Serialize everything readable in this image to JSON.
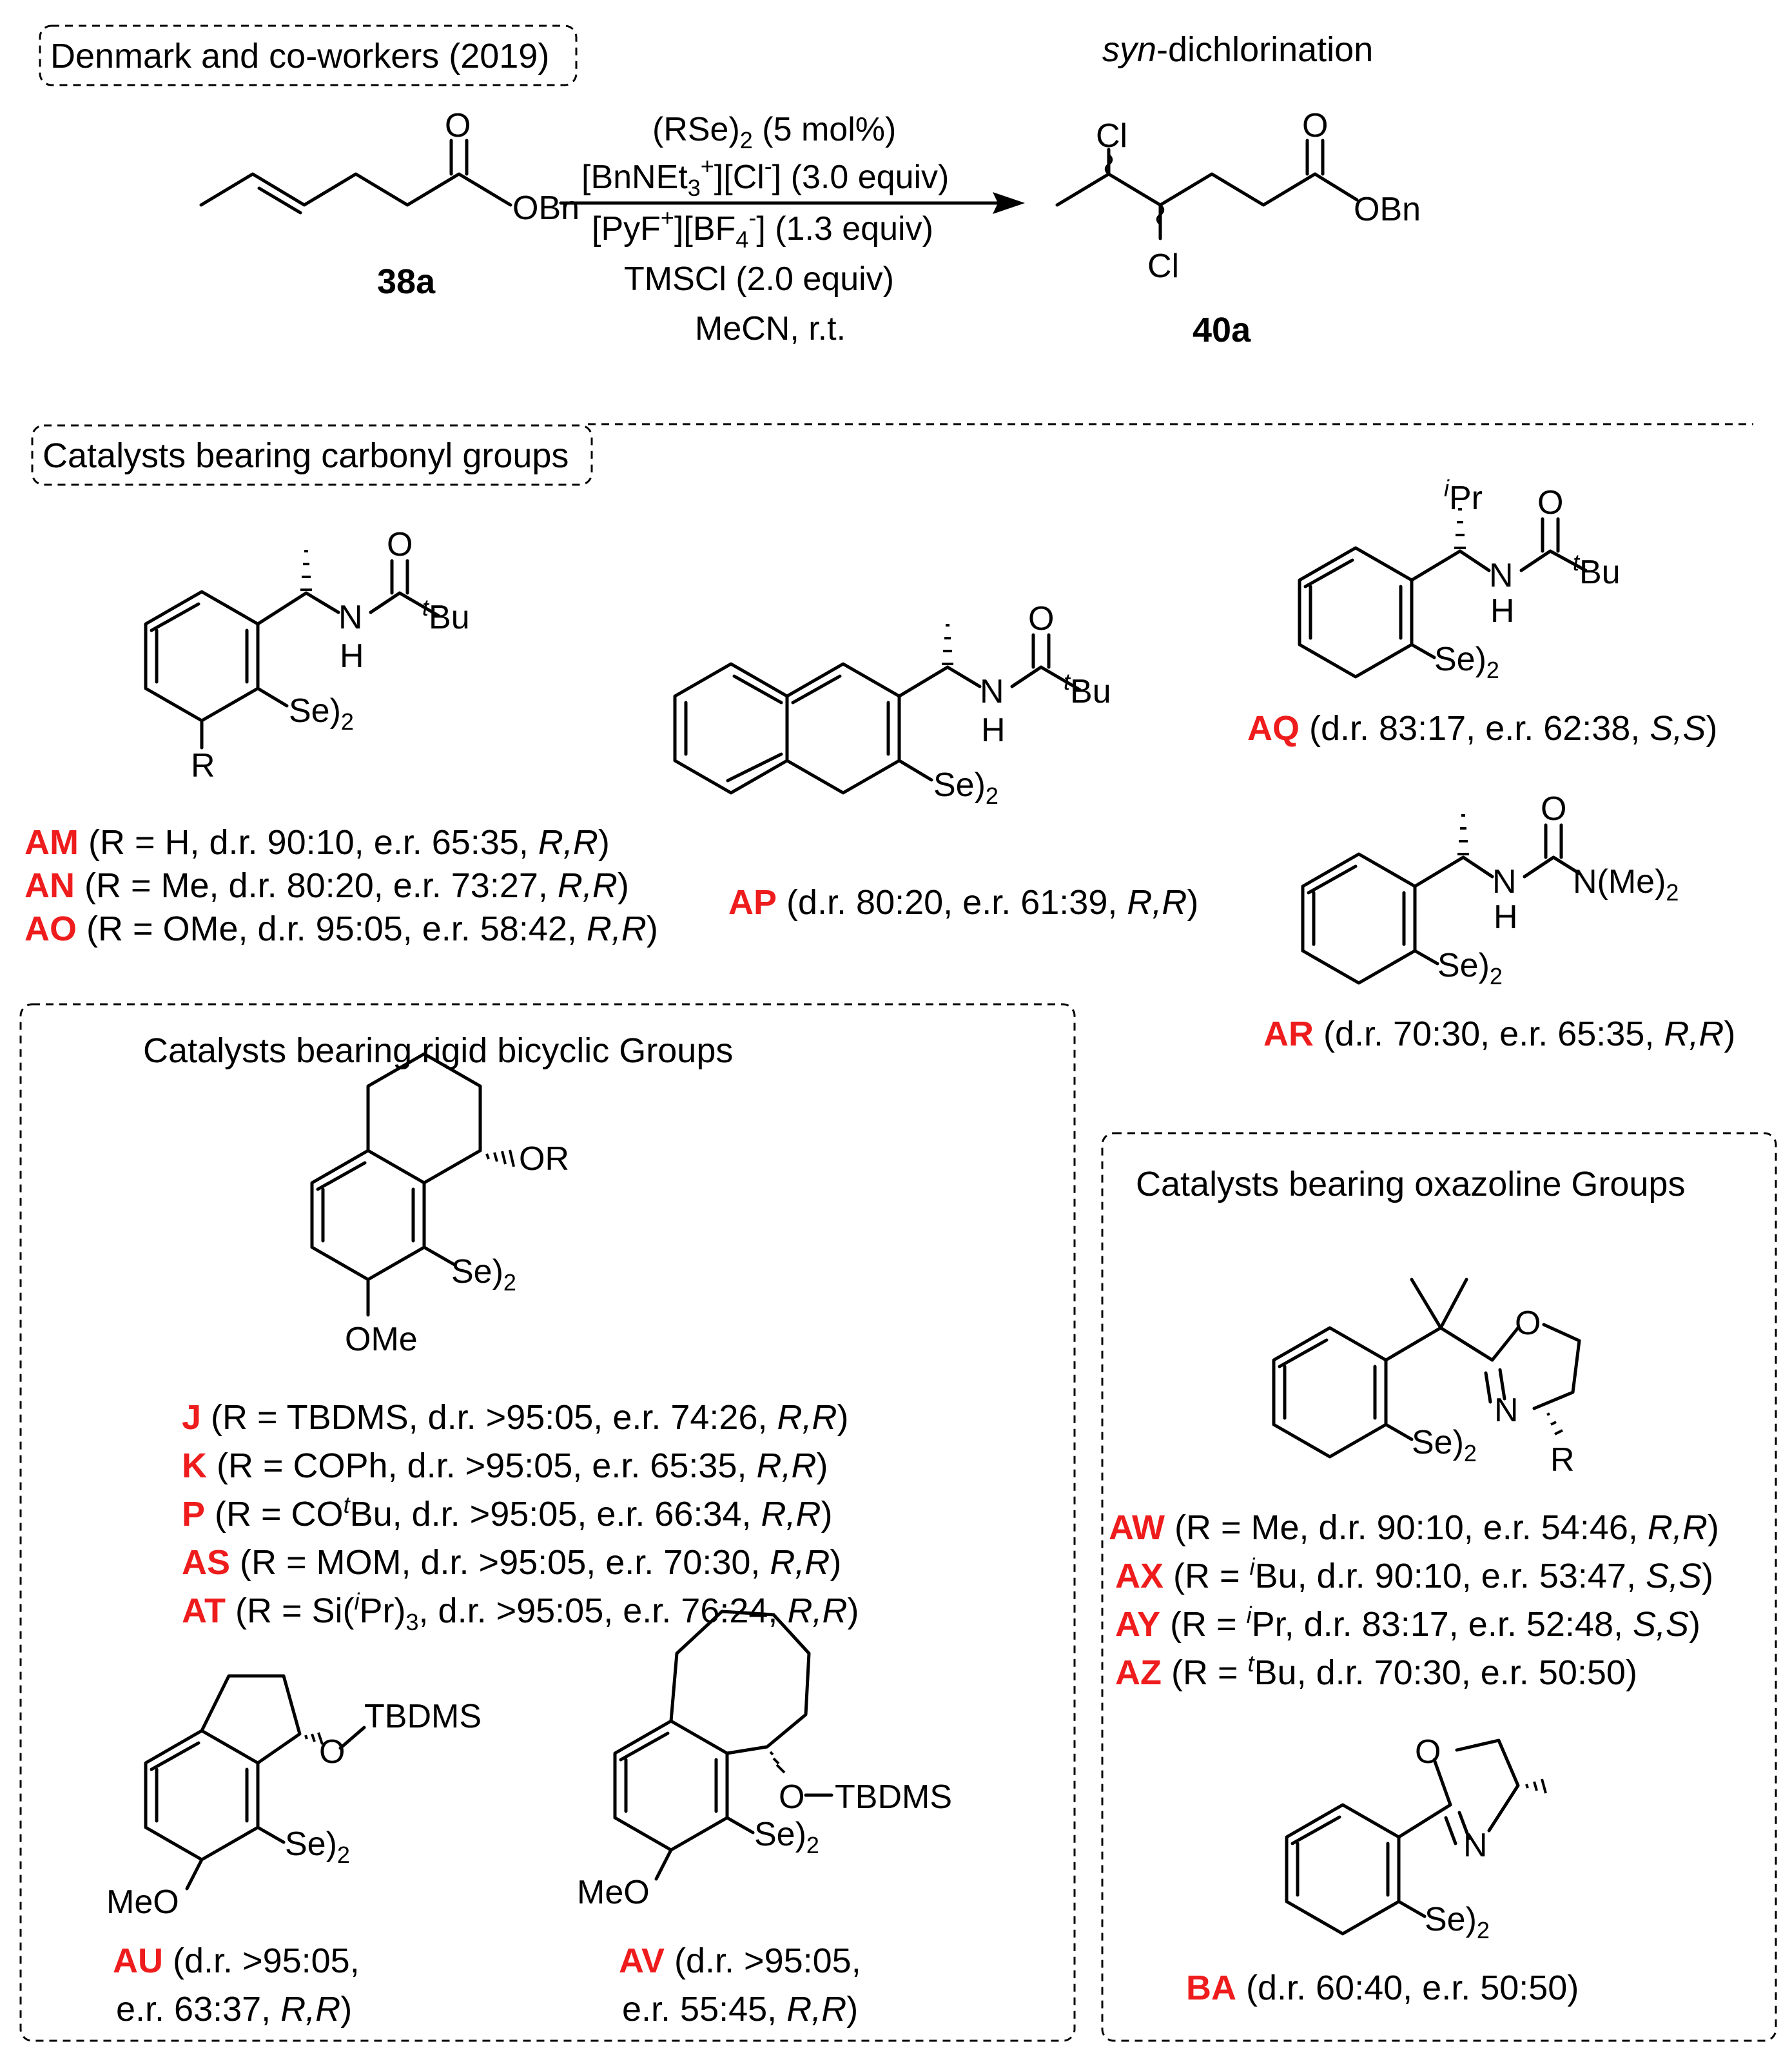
{
  "header": {
    "source": "Denmark and co-workers (2019)",
    "title_prefix": "syn",
    "title_suffix": "-dichlorination"
  },
  "reaction": {
    "substrate_id": "38a",
    "product_id": "40a",
    "substrate_group": "OBn",
    "product_group": "OBn",
    "atom_O": "O",
    "atom_Cl": "Cl",
    "conditions": [
      "(RSe)2 (5 mol%)",
      "[BnNEt3+][Cl-] (3.0 equiv)",
      "[PyF+][BF4-] (1.3 equiv)",
      "TMSCl (2.0 equiv)",
      "MeCN, r.t."
    ]
  },
  "sections": {
    "carbonyl": "Catalysts bearing carbonyl groups",
    "bicyclic": "Catalysts bearing  rigid bicyclic Groups",
    "oxazoline": "Catalysts bearing oxazoline Groups"
  },
  "atoms": {
    "O": "O",
    "N": "N",
    "H": "H",
    "R": "R",
    "Se2": "Se)2",
    "tBu": "tBu",
    "iPr": "iPr",
    "NMe2": "N(Me)2",
    "OR": "OR",
    "OMe": "OMe",
    "MeO": "MeO",
    "OTBDMS": "O-TBDMS",
    "TBDMS": "TBDMS"
  },
  "catalysts": [
    {
      "id": "AM",
      "text": "(R = H, d.r. 90:10, e.r. 65:35, R,R)"
    },
    {
      "id": "AN",
      "text": "(R = Me, d.r. 80:20, e.r. 73:27, R,R)"
    },
    {
      "id": "AO",
      "text": "(R = OMe, d.r. 95:05, e.r. 58:42, R,R)"
    },
    {
      "id": "AP",
      "text": "(d.r. 80:20, e.r. 61:39, R,R)"
    },
    {
      "id": "AQ",
      "text": "(d.r. 83:17, e.r. 62:38, S,S)"
    },
    {
      "id": "AR",
      "text": "(d.r. 70:30, e.r. 65:35, R,R)"
    },
    {
      "id": "J",
      "text": "(R = TBDMS, d.r. >95:05, e.r. 74:26, R,R)"
    },
    {
      "id": "K",
      "text": "(R = COPh, d.r. >95:05, e.r. 65:35, R,R)"
    },
    {
      "id": "P",
      "text": "(R = COtBu, d.r. >95:05, e.r. 66:34, R,R)"
    },
    {
      "id": "AS",
      "text": "(R = MOM, d.r. >95:05, e.r. 70:30, R,R)"
    },
    {
      "id": "AT",
      "text": "(R = Si(iPr)3, d.r. >95:05, e.r. 76:24, R,R)"
    },
    {
      "id": "AU",
      "text": "(d.r. >95:05, e.r. 63:37, R,R)"
    },
    {
      "id": "AV",
      "text": "(d.r. >95:05, e.r. 55:45, R,R)"
    },
    {
      "id": "AW",
      "text": "(R = Me, d.r. 90:10, e.r. 54:46, R,R)"
    },
    {
      "id": "AX",
      "text": "(R = iBu, d.r. 90:10, e.r. 53:47, S,S)"
    },
    {
      "id": "AY",
      "text": "(R = iPr, d.r. 83:17, e.r. 52:48, S,S)"
    },
    {
      "id": "AZ",
      "text": "(R = tBu, d.r. 70:30, e.r. 50:50)"
    },
    {
      "id": "BA",
      "text": "(d.r. 60:40, e.r. 50:50)"
    }
  ]
}
